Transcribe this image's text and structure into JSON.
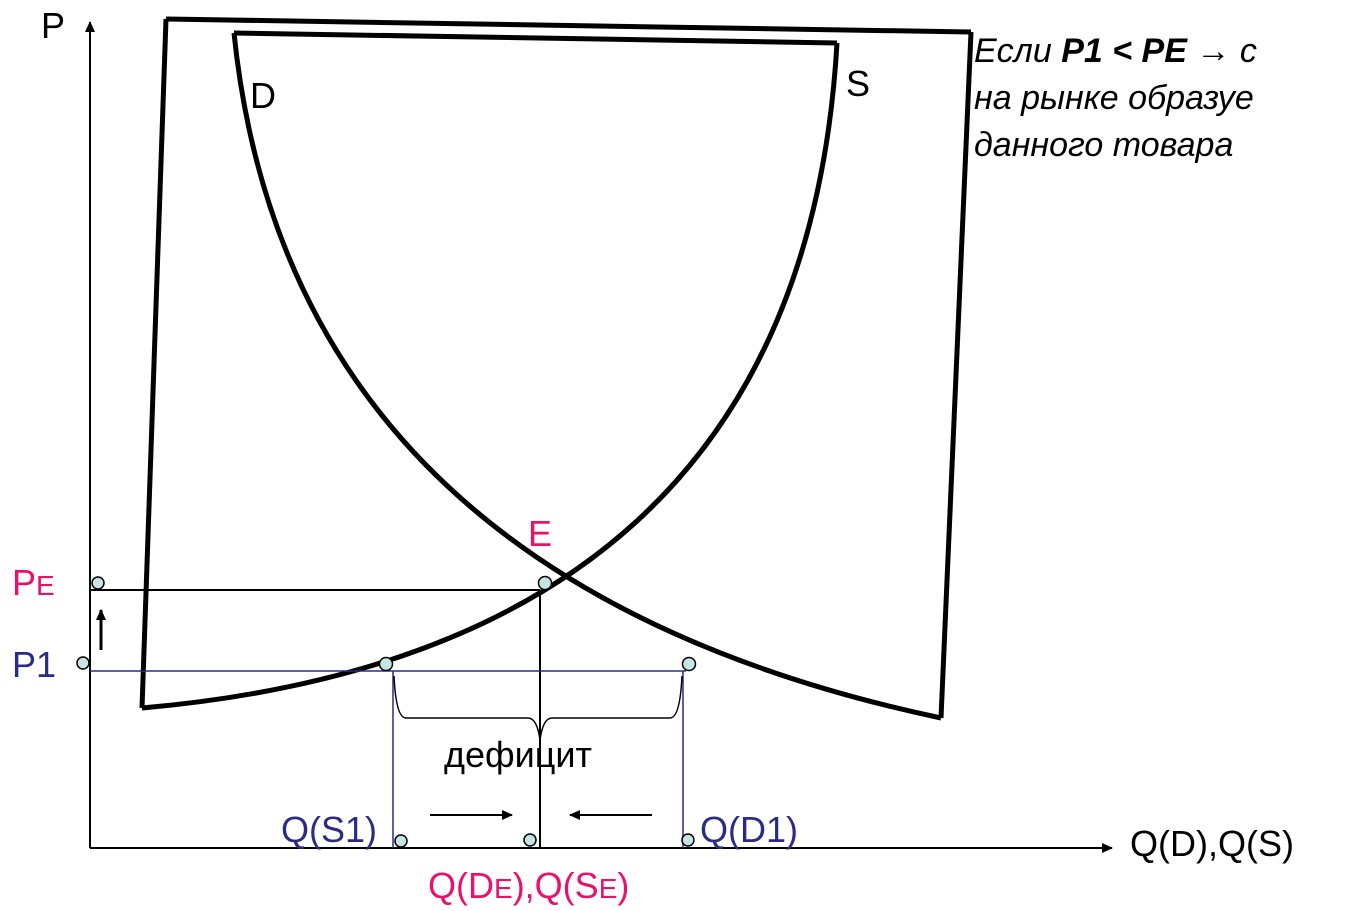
{
  "colors": {
    "black": "#000000",
    "equilibrium": "#e8116b",
    "shortage": "#2b2b86",
    "point_fill": "#c7e3e3"
  },
  "axes": {
    "y_label": "P",
    "x_label": "Q(D),Q(S)"
  },
  "curves": {
    "demand_label": "D",
    "supply_label": "S"
  },
  "equilibrium": {
    "point_label": "E",
    "price_main": "P",
    "price_sub": "E",
    "quantity_a": "Q(D",
    "quantity_a_sub": "E",
    "quantity_sep": "),Q(S",
    "quantity_b_sub": "E",
    "quantity_close": ")"
  },
  "shortage": {
    "price_label": "P1",
    "supply_qty_label": "Q(S1)",
    "demand_qty_label": "Q(D1)",
    "gap_label": "дефицит"
  },
  "note": {
    "line1_prefix": "Если ",
    "line1_condition": "P1 < PE",
    "line1_arrow": " → с",
    "line2": "на рынке образуе",
    "line3": "данного товара"
  }
}
